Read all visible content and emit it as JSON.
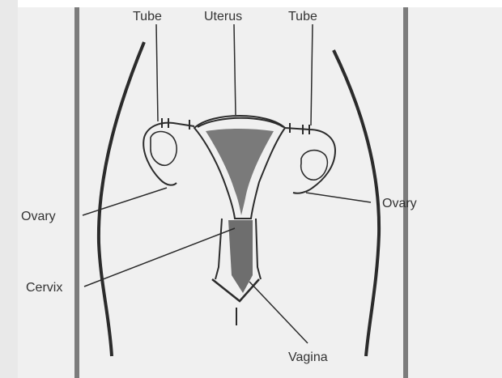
{
  "labels": {
    "tube_left": "Tube",
    "uterus": "Uterus",
    "tube_right": "Tube",
    "ovary_left": "Ovary",
    "ovary_right": "Ovary",
    "cervix": "Cervix",
    "vagina": "Vagina"
  },
  "colors": {
    "ink": "#2b2b2b",
    "shade": "#7a7a7a",
    "paper": "#f0f0f0",
    "frame_bar": "#777777"
  }
}
